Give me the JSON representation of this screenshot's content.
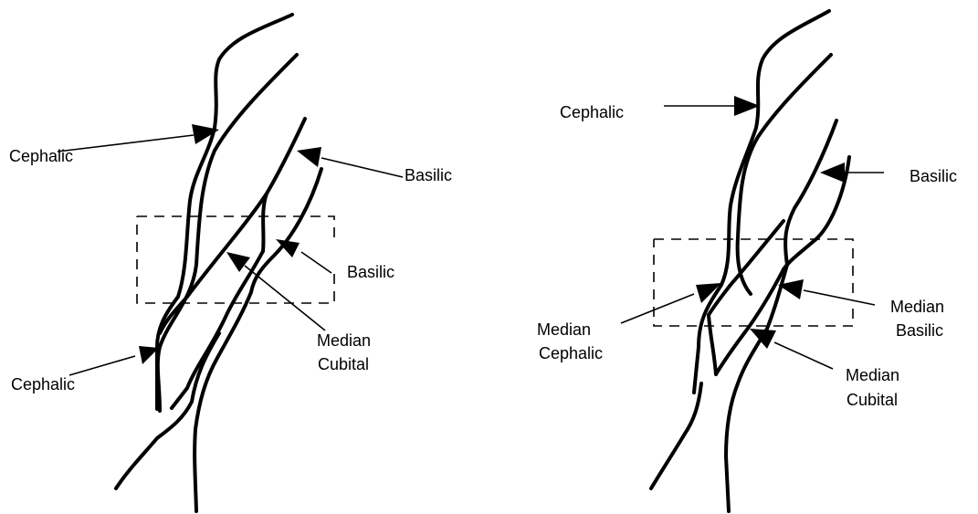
{
  "diagram_left": {
    "labels": {
      "cephalic_upper": "Cephalic",
      "basilic_upper": "Basilic",
      "basilic_lower": "Basilic",
      "median_cubital_line1": "Median",
      "median_cubital_line2": "Cubital",
      "cephalic_lower": "Cephalic"
    }
  },
  "diagram_right": {
    "labels": {
      "cephalic": "Cephalic",
      "basilic": "Basilic",
      "median_cephalic_line1": "Median",
      "median_cephalic_line2": "Cephalic",
      "median_basilic_line1": "Median",
      "median_basilic_line2": "Basilic",
      "median_cubital_line1": "Median",
      "median_cubital_line2": "Cubital"
    }
  },
  "colors": {
    "stroke": "#000000",
    "background": "#ffffff"
  }
}
